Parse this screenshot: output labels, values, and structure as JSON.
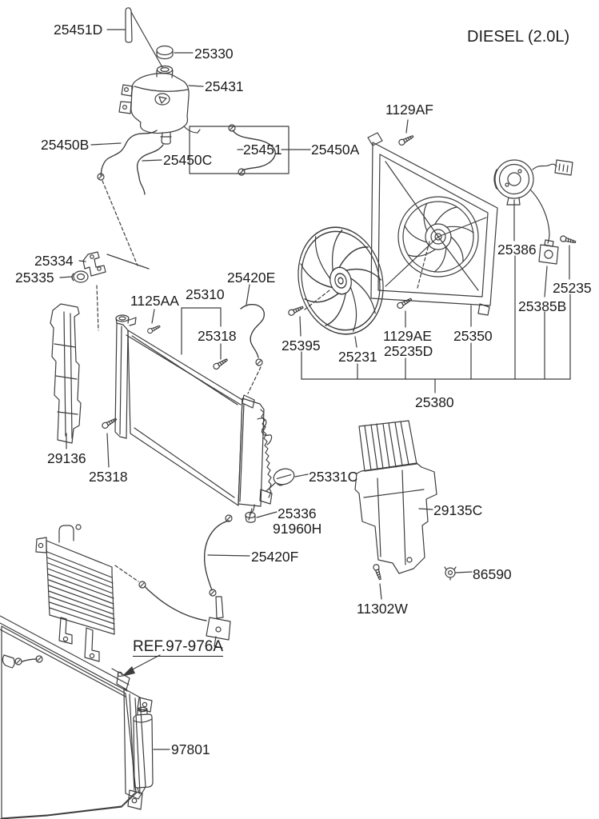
{
  "title": "DIESEL (2.0L)",
  "ref_label": "REF.97-976A",
  "colors": {
    "ink": "#3d3d3d",
    "text": "#1c1c1c",
    "hatch": "#8a8a8a",
    "background": "#ffffff"
  },
  "parts": {
    "p25451D": "25451D",
    "p25330": "25330",
    "p25431": "25431",
    "p1129AF": "1129AF",
    "p25450B": "25450B",
    "p25450C": "25450C",
    "p25451": "25451",
    "p25450A": "25450A",
    "p25334": "25334",
    "p25335": "25335",
    "p1125AA": "1125AA",
    "p25310": "25310",
    "p25420E": "25420E",
    "p25318_a": "25318",
    "p25395": "25395",
    "p25231": "25231",
    "p1129AE": "1129AE",
    "p25235D": "25235D",
    "p25350": "25350",
    "p25386": "25386",
    "p25235": "25235",
    "p25385B": "25385B",
    "p25380": "25380",
    "p29136": "29136",
    "p25318_b": "25318",
    "p25331C": "25331C",
    "p25336": "25336",
    "p91960H": "91960H",
    "p25420F": "25420F",
    "p29135C": "29135C",
    "p86590": "86590",
    "p11302W": "11302W",
    "p97801": "97801"
  }
}
